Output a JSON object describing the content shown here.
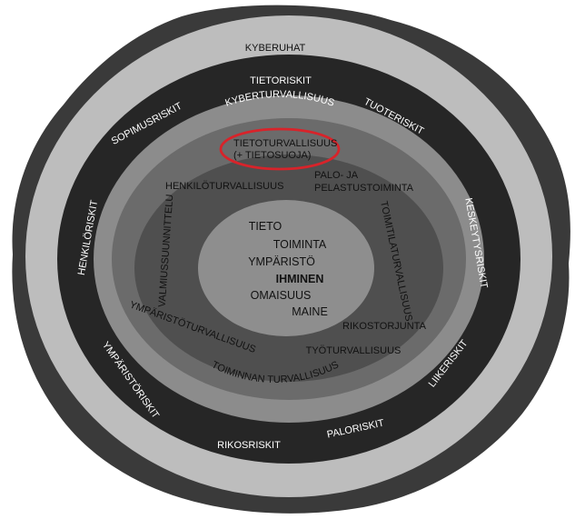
{
  "colors": {
    "outer_shadow": "#3a3a3a",
    "ring_light": "#bdbdbd",
    "ring_dark": "#262626",
    "ring_mid": "#8c8c8c",
    "ring_inner": "#6b6b6b",
    "ring_deep": "#4f4f4f",
    "core": "#8e8e8e",
    "highlight": "#d8232a"
  },
  "rings": {
    "outer": {
      "label": "KYBERUHAT"
    },
    "risks": {
      "top": "TIETORISKIT",
      "top_right": "TUOTERISKIT",
      "right": "KESKEYTYSRISKIT",
      "bottom_right": "LIIKERISKIT",
      "bottom_right_low": "PALORISKIT",
      "bottom": "RIKOSRISKIT",
      "bottom_left": "YMPÄRISTÖRISKIT",
      "left": "HENKILÖRISKIT",
      "top_left": "SOPIMUSRISKIT"
    },
    "cyber": {
      "label": "KYBERTURVALLISUUS"
    },
    "security": {
      "information_line1": "TIETOTURVALLISUUS",
      "information_line2": "(+ TIETOSUOJA)",
      "personnel": "HENKILÖTURVALLISUUS",
      "fire_line1": "PALO- JA",
      "fire_line2": "PELASTUSTOIMINTA",
      "preparedness": "VALMIUSSUUNNITTELU",
      "premises": "TOIMITILATURVALLISUUS",
      "environment": "YMPÄRISTÖTURVALLISUUS",
      "crime": "RIKOSTORJUNTA",
      "occupational": "TYÖTURVALLISUUS",
      "operations": "TOIMINNAN TURVALLISUUS"
    }
  },
  "core": {
    "items": [
      "TIETO",
      "TOIMINTA",
      "YMPÄRISTÖ",
      "IHMINEN",
      "OMAISUUS",
      "MAINE"
    ]
  }
}
